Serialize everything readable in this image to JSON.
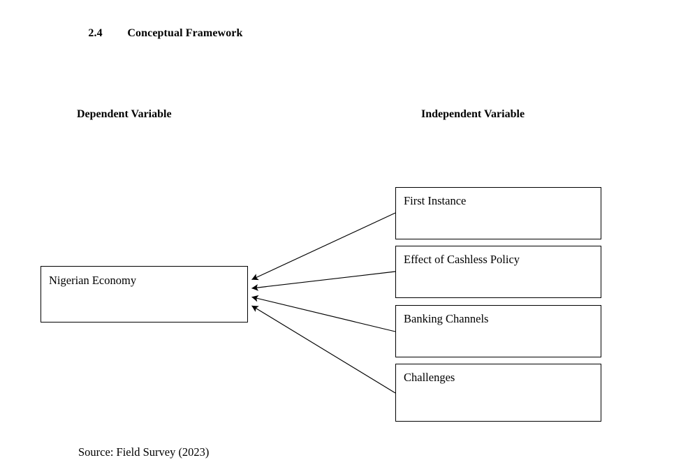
{
  "document": {
    "heading_number": "2.4",
    "heading_text": "Conceptual Framework",
    "source_caption": "Source: Field Survey (2023)"
  },
  "columns": {
    "dependent_label": "Dependent Variable",
    "independent_label": "Independent Variable"
  },
  "diagram": {
    "type": "conceptual-framework",
    "dependent_node": {
      "label": "Nigerian Economy"
    },
    "independent_nodes": [
      {
        "label": "First Instance"
      },
      {
        "label": "Effect of Cashless Policy"
      },
      {
        "label": "Banking Channels"
      },
      {
        "label": "Challenges"
      }
    ],
    "connections": [
      {
        "from": "First Instance",
        "to": "Nigerian Economy",
        "arrow": "arrowhead-left"
      },
      {
        "from": "Effect of Cashless Policy",
        "to": "Nigerian Economy",
        "arrow": "arrowhead-left"
      },
      {
        "from": "Banking Channels",
        "to": "Nigerian Economy",
        "arrow": "arrowhead-left"
      },
      {
        "from": "Challenges",
        "to": "Nigerian Economy",
        "arrow": "arrowhead-left"
      }
    ],
    "colors": {
      "stroke": "#000000",
      "fill": "#ffffff",
      "text": "#000000",
      "background": "#ffffff"
    }
  }
}
